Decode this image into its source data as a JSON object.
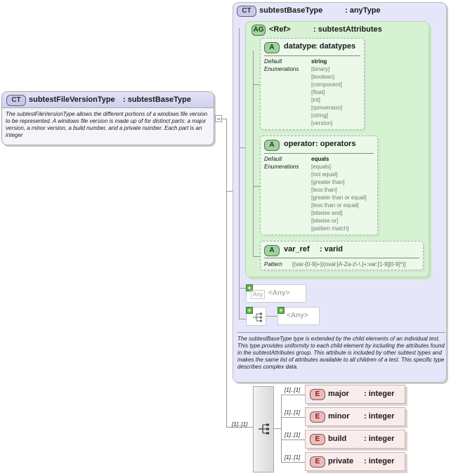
{
  "root": {
    "tag": "CT",
    "name": "subtestFileVersionType",
    "type": ": subtestBaseType",
    "doc": "The subtestFileVersionType allows the different portions of a windows file version to be represented.  A windows file version is made up of for distinct parts: a major version, a minor version, a build number, and a private number.  Each part is an integer"
  },
  "base": {
    "tag": "CT",
    "name": "subtestBaseType",
    "type": ": anyType",
    "doc": "The subtestBaseType type is extended by the child elements of an individual test.  This type provides uniformity to each child element by including the attributes found in the subtestAttributes group.  This attribute is included by other subtest types and makes the same list of attributes available to all children of a test.  This specific type describes complex data."
  },
  "group": {
    "tag": "AG",
    "name": "<Ref>",
    "type": ": subtestAttributes"
  },
  "attributes": [
    {
      "tag": "A",
      "name": "datatype",
      "type": ": datatypes",
      "labels": [
        "Default",
        "Enumerations"
      ],
      "default": "string",
      "enums": [
        "[binary]",
        "[boolean]",
        "[component]",
        "[float]",
        "[int]",
        "[rpmversion]",
        "[string]",
        "[version]"
      ]
    },
    {
      "tag": "A",
      "name": "operator",
      "type": ": operators",
      "labels": [
        "Default",
        "Enumerations"
      ],
      "default": "equals",
      "enums": [
        "[equals]",
        "[not equal]",
        "[greater than]",
        "[less than]",
        "[greater than or equal]",
        "[less than or equal]",
        "[bitwise and]",
        "[bitwise or]",
        "[pattern match]"
      ]
    },
    {
      "tag": "A",
      "name": "var_ref",
      "type": ": varid",
      "pattern_label": "Pattern",
      "pattern": "[(var-[0-9]+)|(oval:[A-Za-z\\-\\.]+:var:[1-9][0-9]*)]"
    }
  ],
  "any_attr": {
    "icon": "Any",
    "label": "<Any>"
  },
  "any_elem": {
    "label": "<Any>"
  },
  "sequence_card": "[1]..[1]",
  "elements": [
    {
      "card": "[1]..[1]",
      "tag": "E",
      "name": "major",
      "type": ": integer"
    },
    {
      "card": "[1]..[1]",
      "tag": "E",
      "name": "minor",
      "type": ": integer"
    },
    {
      "card": "[1]..[1]",
      "tag": "E",
      "name": "build",
      "type": ": integer"
    },
    {
      "card": "[1]..[1]",
      "tag": "E",
      "name": "private",
      "type": ": integer"
    }
  ],
  "colors": {
    "complex_type_bg": "#e6e6fa",
    "attribute_group_bg": "#d6f2d2",
    "element_bg": "#fbecec"
  }
}
